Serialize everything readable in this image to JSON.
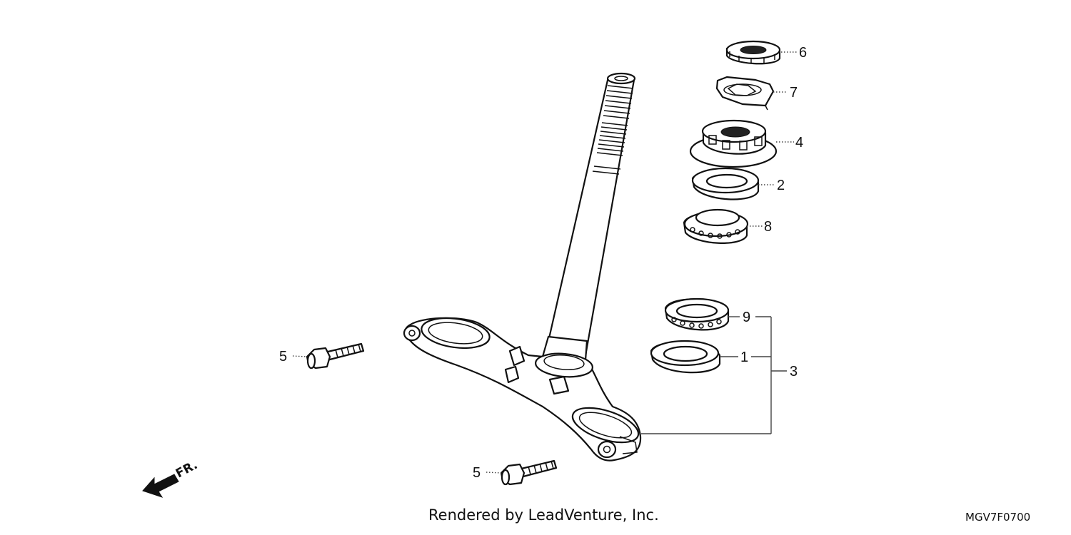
{
  "diagram": {
    "callouts": [
      {
        "id": "6",
        "label": "6"
      },
      {
        "id": "7",
        "label": "7"
      },
      {
        "id": "4",
        "label": "4"
      },
      {
        "id": "2",
        "label": "2"
      },
      {
        "id": "8",
        "label": "8"
      },
      {
        "id": "9",
        "label": "9"
      },
      {
        "id": "1",
        "label": "1"
      },
      {
        "id": "3",
        "label": "3"
      },
      {
        "id": "5a",
        "label": "5"
      },
      {
        "id": "5b",
        "label": "5"
      }
    ],
    "direction_label": "FR.",
    "credit": "Rendered by LeadVenture, Inc.",
    "diagram_code": "MGV7F0700"
  }
}
